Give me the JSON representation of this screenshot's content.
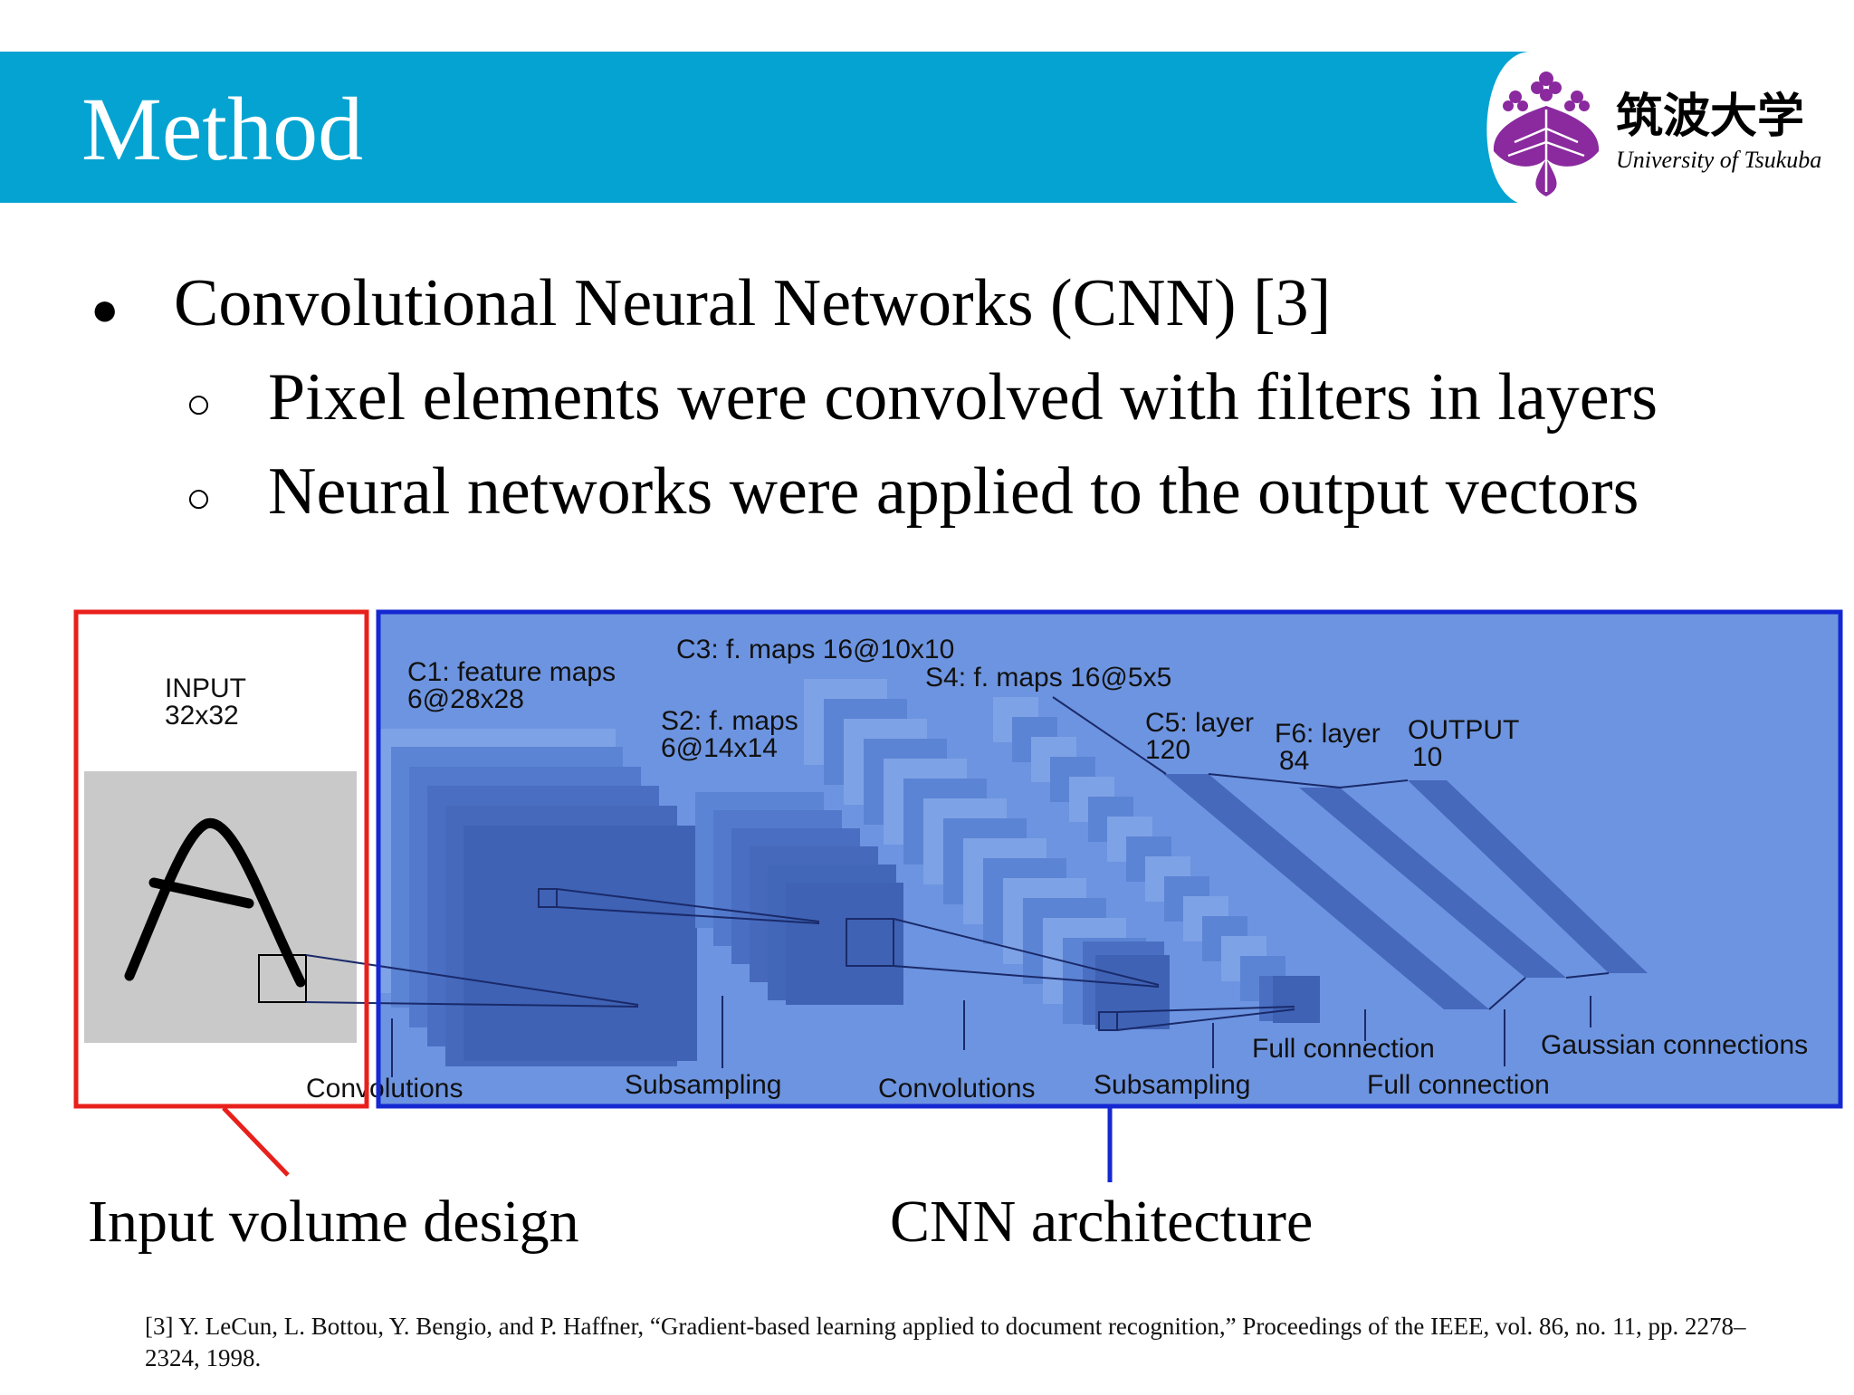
{
  "slide": {
    "title": "Method",
    "logo": {
      "name_jp": "筑波大学",
      "name_en": "University of Tsukuba",
      "color": "#8a2a9e"
    },
    "header_color": "#04a3d1",
    "bullets": [
      {
        "level": 1,
        "marker": "●",
        "text": "Convolutional Neural Networks (CNN) [3]"
      },
      {
        "level": 2,
        "marker": "○",
        "text": "Pixel elements were convolved with filters in layers"
      },
      {
        "level": 2,
        "marker": "○",
        "text": "Neural networks were applied to the output vectors"
      }
    ],
    "diagram": {
      "input_label": [
        "INPUT",
        "32x32"
      ],
      "layer_labels": {
        "c1": [
          "C1: feature maps",
          "6@28x28"
        ],
        "s2": [
          "S2: f. maps",
          "6@14x14"
        ],
        "c3": [
          "C3: f. maps 16@10x10"
        ],
        "s4": [
          "S4: f. maps 16@5x5"
        ],
        "c5": [
          "C5: layer",
          "120"
        ],
        "f6": [
          "F6: layer",
          "84"
        ],
        "output": [
          "OUTPUT",
          "10"
        ]
      },
      "operation_labels": {
        "convolutions_1": "Convolutions",
        "subsampling_1": "Subsampling",
        "convolutions_2": "Convolutions",
        "subsampling_2": "Subsampling",
        "full_connection_1": "Full connection",
        "full_connection_2": "Full connection",
        "gaussian": "Gaussian connections"
      },
      "highlight_colors": {
        "input_box": "#e8201c",
        "cnn_box": "#1428d2",
        "cnn_fill": "#6d94e0"
      }
    },
    "captions": {
      "input": "Input volume design",
      "cnn": "CNN architecture"
    },
    "reference": "[3] Y. LeCun, L. Bottou, Y. Bengio, and P. Haffner, “Gradient-based learning applied to document recognition,” Proceedings of the IEEE, vol. 86, no. 11, pp. 2278–2324, 1998."
  }
}
